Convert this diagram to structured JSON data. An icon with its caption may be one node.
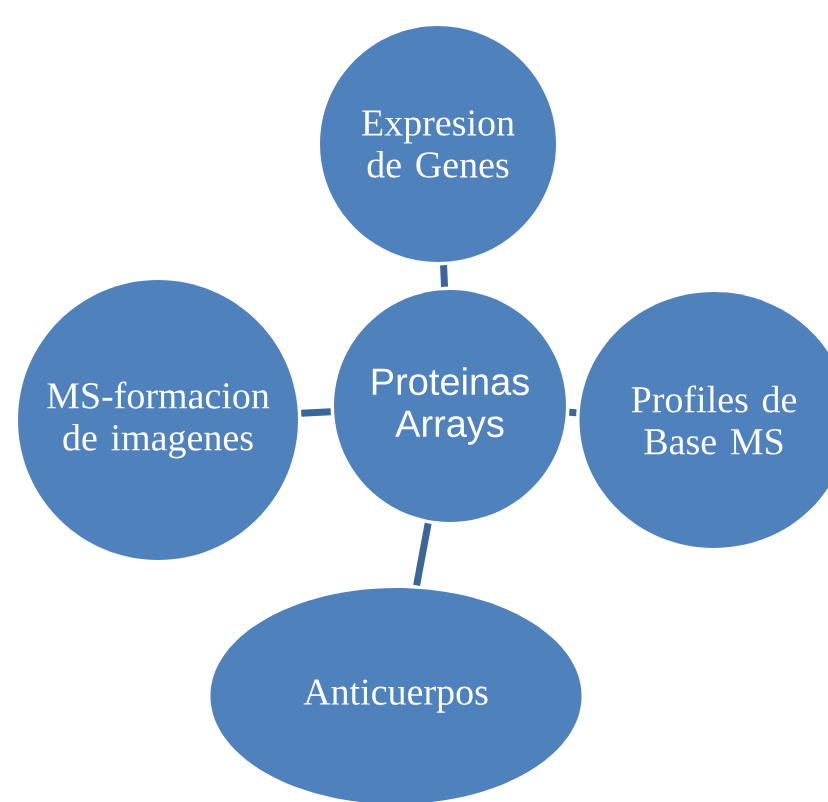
{
  "diagram": {
    "nodes": [
      {
        "text": [
          "Expresion de Genes"
        ]
      },
      {
        "text": [
          "MS-formacion de imagenes"
        ]
      },
      {
        "text": [
          "Proteinas Arrays"
        ]
      },
      {
        "text": [
          "Profiles de Base MS"
        ]
      },
      {
        "text": [
          "Anticuerpos"
        ]
      }
    ],
    "edges": [
      {
        "from": 2,
        "to": 0,
        "arrow": "none"
      },
      {
        "from": 2,
        "to": 1,
        "arrow": "none"
      },
      {
        "from": 2,
        "to": 3,
        "arrow": "none"
      },
      {
        "from": 2,
        "to": 4,
        "arrow": "none"
      }
    ]
  }
}
